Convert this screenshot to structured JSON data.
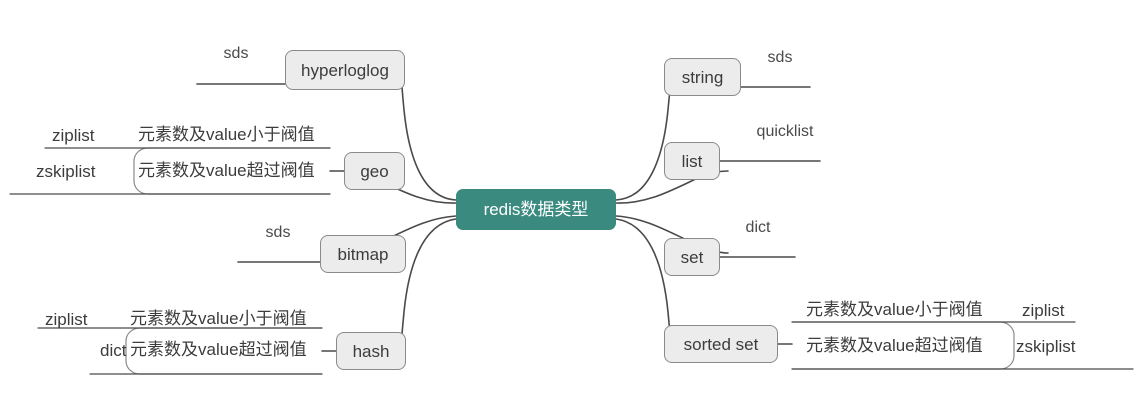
{
  "diagram": {
    "type": "mind-map",
    "title": "redis数据类型",
    "root": {
      "label": "redis数据类型",
      "color": "#3a8a80",
      "text_color": "#ffffff"
    },
    "node_style": {
      "fill": "#ececec",
      "border": "#8a8a8a",
      "text": "#3c3c3c"
    },
    "edge_color": "#4a4a4a",
    "left_branches": [
      {
        "name": "hyperloglog",
        "label": "hyperloglog",
        "leaf": "sds"
      },
      {
        "name": "geo",
        "label": "geo",
        "rows": [
          {
            "structure": "ziplist",
            "condition": "元素数及value小于阀值"
          },
          {
            "structure": "zskiplist",
            "condition": "元素数及value超过阀值"
          }
        ]
      },
      {
        "name": "bitmap",
        "label": "bitmap",
        "leaf": "sds"
      },
      {
        "name": "hash",
        "label": "hash",
        "rows": [
          {
            "structure": "ziplist",
            "condition": "元素数及value小于阀值"
          },
          {
            "structure": "dict",
            "condition": "元素数及value超过阀值"
          }
        ]
      }
    ],
    "right_branches": [
      {
        "name": "string",
        "label": "string",
        "leaf": "sds"
      },
      {
        "name": "list",
        "label": "list",
        "leaf": "quicklist"
      },
      {
        "name": "set",
        "label": "set",
        "leaf": "dict"
      },
      {
        "name": "sorted-set",
        "label": "sorted set",
        "rows": [
          {
            "condition": "元素数及value小于阀值",
            "structure": "ziplist"
          },
          {
            "condition": "元素数及value超过阀值",
            "structure": "zskiplist"
          }
        ]
      }
    ]
  }
}
